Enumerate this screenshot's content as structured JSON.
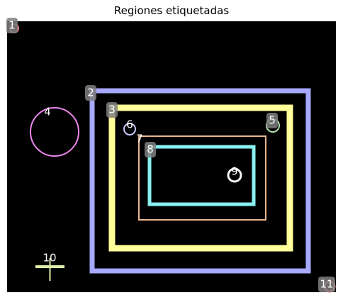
{
  "title": "Regiones etiquetadas",
  "colors": {
    "background": "#000000",
    "label_box": "#7f7f7f",
    "label_text": "#ffffff"
  },
  "regions": [
    {
      "label": "1",
      "shape": "small-circle",
      "color": "#f08080",
      "boxed": true
    },
    {
      "label": "2",
      "shape": "rect-frame",
      "color": "#a8a8ff",
      "boxed": true
    },
    {
      "label": "3",
      "shape": "rect-frame",
      "color": "#ffff99",
      "boxed": true
    },
    {
      "label": "4",
      "shape": "circle",
      "color": "#ee88ee",
      "boxed": false
    },
    {
      "label": "5",
      "shape": "small-circle",
      "color": "#b0e0b0",
      "boxed": true
    },
    {
      "label": "6",
      "shape": "small-circle",
      "color": "#c8c8ff",
      "boxed": false
    },
    {
      "label": "7",
      "shape": "rect-frame",
      "color": "#e8b890",
      "boxed": false
    },
    {
      "label": "8",
      "shape": "rect-frame",
      "color": "#88f0f0",
      "boxed": true
    },
    {
      "label": "9",
      "shape": "small-circle",
      "color": "#f5f5f5",
      "boxed": false
    },
    {
      "label": "10",
      "shape": "cross",
      "color": "#ddeeaa",
      "boxed": false
    },
    {
      "label": "11",
      "shape": "small-circle",
      "color": "#f08080",
      "boxed": true
    }
  ]
}
